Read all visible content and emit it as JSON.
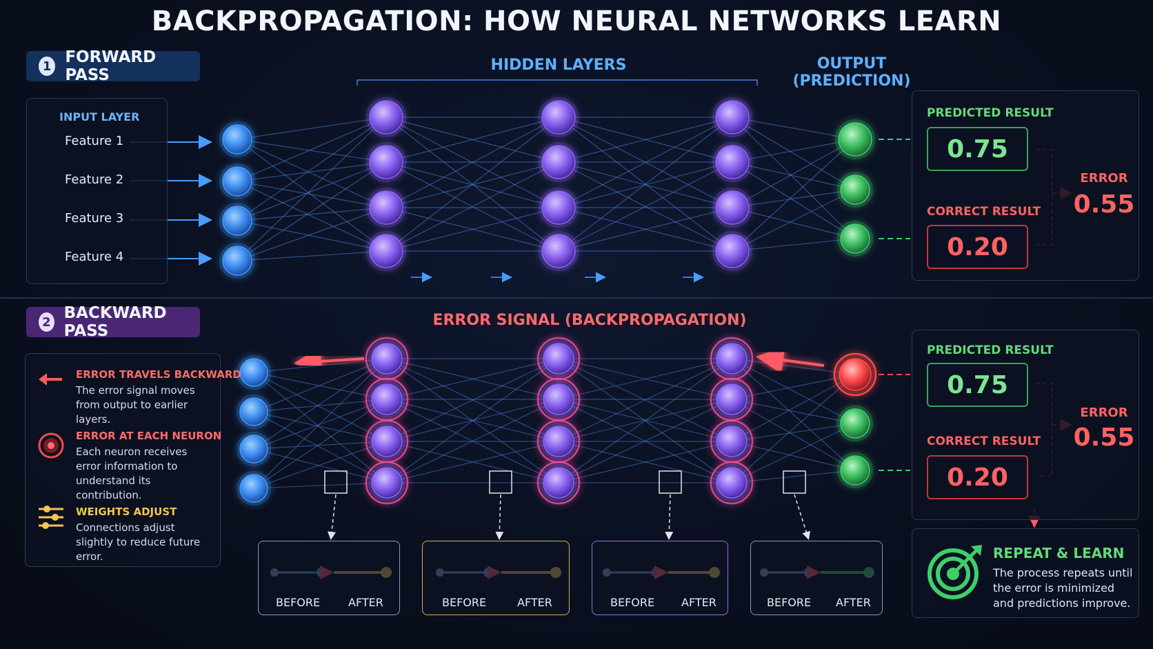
{
  "title": "BACKPROPAGATION: HOW NEURAL NETWORKS LEARN",
  "forward": {
    "number": "1",
    "label": "FORWARD PASS",
    "input_layer_label": "INPUT LAYER",
    "features": [
      "Feature 1",
      "Feature 2",
      "Feature 3",
      "Feature 4"
    ],
    "hidden_label": "HIDDEN LAYERS",
    "output_label_line1": "OUTPUT",
    "output_label_line2": "(PREDICTION)"
  },
  "backward": {
    "number": "2",
    "label": "BACKWARD PASS",
    "error_signal_label": "ERROR SIGNAL (BACKPROPAGATION)",
    "legend": [
      {
        "icon": "left-arrow-icon",
        "title": "ERROR TRAVELS BACKWARD",
        "body": "The error signal moves from output to earlier layers.",
        "color": "#ff5a5a"
      },
      {
        "icon": "target-dot-icon",
        "title": "ERROR AT EACH NEURON",
        "body": "Each neuron receives error information to understand its contribution.",
        "color": "#ff5a5a"
      },
      {
        "icon": "sliders-icon",
        "title": "WEIGHTS ADJUST",
        "body": "Connections adjust slightly to reduce future error.",
        "color": "#f5c451"
      }
    ],
    "before_after": [
      {
        "before": "BEFORE",
        "after": "AFTER",
        "border": "#8a9ab5",
        "after_color": "#f2c75a"
      },
      {
        "before": "BEFORE",
        "after": "AFTER",
        "border": "#d9b24a",
        "after_color": "#f2c75a"
      },
      {
        "before": "BEFORE",
        "after": "AFTER",
        "border": "#9a6fd8",
        "after_color": "#f2c75a"
      },
      {
        "before": "BEFORE",
        "after": "AFTER",
        "border": "#8a9ab5",
        "after_color": "#4fd07a"
      }
    ]
  },
  "results_top": {
    "predicted_label": "PREDICTED RESULT",
    "predicted_value": "0.75",
    "correct_label": "CORRECT RESULT",
    "correct_value": "0.20",
    "error_label": "ERROR",
    "error_value": "0.55"
  },
  "results_bottom": {
    "predicted_label": "PREDICTED RESULT",
    "predicted_value": "0.75",
    "correct_label": "CORRECT RESULT",
    "correct_value": "0.20",
    "error_label": "ERROR",
    "error_value": "0.55"
  },
  "repeat": {
    "icon": "target-arrow-icon",
    "title": "REPEAT & LEARN",
    "body": "The process repeats until the error is minimized and predictions improve."
  },
  "colors": {
    "input_node": "#3f9bff",
    "hidden_node": "#8a63f0",
    "output_node": "#3fcf6a",
    "error_node": "#ff4a4a",
    "connection": "#4a7fd8",
    "error_arrow": "#ff5a66"
  }
}
